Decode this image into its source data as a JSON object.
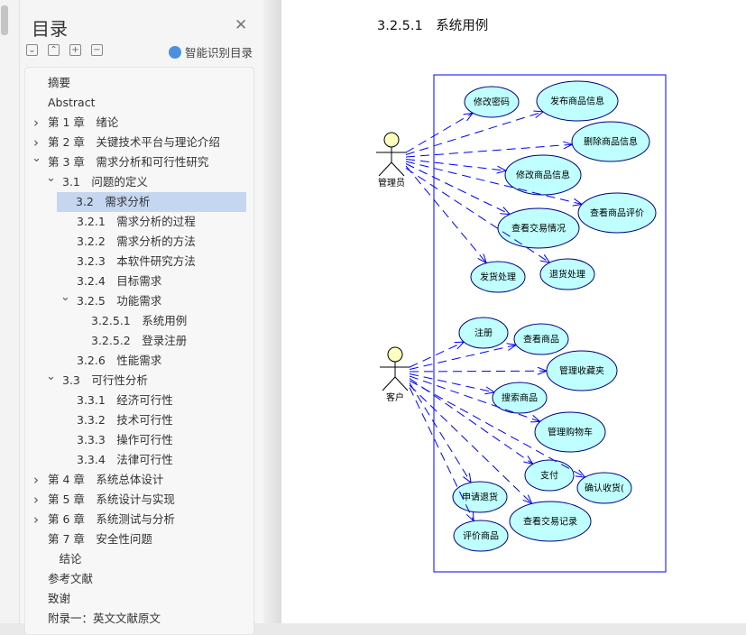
{
  "sidebar": {
    "title": "目录",
    "close_icon": "close-icon",
    "tools": [
      "expand-all",
      "collapse-all",
      "zoom-in",
      "zoom-out"
    ],
    "tool_glyphs": [
      "⌄",
      "⌃",
      "+",
      "−"
    ],
    "smart_label": "智能识别目录",
    "items": [
      {
        "text": "摘要",
        "level": 0,
        "arrow": ""
      },
      {
        "text": "Abstract",
        "level": 0,
        "arrow": ""
      },
      {
        "text": "第 1 章　绪论",
        "level": 0,
        "arrow": "right"
      },
      {
        "text": "第 2 章　关键技术平台与理论介绍",
        "level": 0,
        "arrow": "right"
      },
      {
        "text": "第 3 章　需求分析和可行性研究",
        "level": 0,
        "arrow": "down"
      },
      {
        "text": "3.1　问题的定义",
        "level": 1,
        "arrow": "down"
      },
      {
        "text": "3.2　需求分析",
        "level": 2,
        "arrow": "",
        "selected": true
      },
      {
        "text": "3.2.1　需求分析的过程",
        "level": 2,
        "arrow": ""
      },
      {
        "text": "3.2.2　需求分析的方法",
        "level": 2,
        "arrow": ""
      },
      {
        "text": "3.2.3　本软件研究方法",
        "level": 2,
        "arrow": ""
      },
      {
        "text": "3.2.4　目标需求",
        "level": 2,
        "arrow": ""
      },
      {
        "text": "3.2.5　功能需求",
        "level": 2,
        "arrow": "down"
      },
      {
        "text": "3.2.5.1　系统用例",
        "level": 3,
        "arrow": ""
      },
      {
        "text": "3.2.5.2　登录注册",
        "level": 3,
        "arrow": ""
      },
      {
        "text": "3.2.6　性能需求",
        "level": 2,
        "arrow": ""
      },
      {
        "text": "3.3　可行性分析",
        "level": 1,
        "arrow": "down"
      },
      {
        "text": "3.3.1　经济可行性",
        "level": 2,
        "arrow": ""
      },
      {
        "text": "3.3.2　技术可行性",
        "level": 2,
        "arrow": ""
      },
      {
        "text": "3.3.3　操作可行性",
        "level": 2,
        "arrow": ""
      },
      {
        "text": "3.3.4　法律可行性",
        "level": 2,
        "arrow": ""
      },
      {
        "text": " 第 4 章　系统总体设计",
        "level": 0,
        "arrow": "right"
      },
      {
        "text": "第 5 章　系统设计与实现",
        "level": 0,
        "arrow": "right"
      },
      {
        "text": "第 6 章　系统测试与分析",
        "level": 0,
        "arrow": "right"
      },
      {
        "text": "第 7 章　安全性问题",
        "level": 0,
        "arrow": ""
      },
      {
        "text": "　结论",
        "level": 0,
        "arrow": ""
      },
      {
        "text": "参考文献",
        "level": 0,
        "arrow": ""
      },
      {
        "text": "致谢",
        "level": 0,
        "arrow": ""
      },
      {
        "text": "附录一：英文文献原文",
        "level": 0,
        "arrow": ""
      }
    ]
  },
  "document": {
    "heading": "3.2.5.1　系统用例",
    "diagram": {
      "colors": {
        "line": "#0000ff",
        "ellipse_fill": "#c0ffff",
        "actor_head": "#ffffc0"
      },
      "actors": [
        {
          "name": "管理员",
          "usecases": [
            "修改密码",
            "发布商品信息",
            "删除商品信息",
            "修改商品信息",
            "查看商品评价",
            "查看交易情况",
            "发货处理",
            "退货处理"
          ]
        },
        {
          "name": "客户",
          "usecases": [
            "注册",
            "查看商品",
            "管理收藏夹",
            "搜索商品",
            "管理购物车",
            "支付",
            "确认收货(",
            "申请退货",
            "查看交易记录",
            "评价商品"
          ]
        }
      ]
    }
  }
}
